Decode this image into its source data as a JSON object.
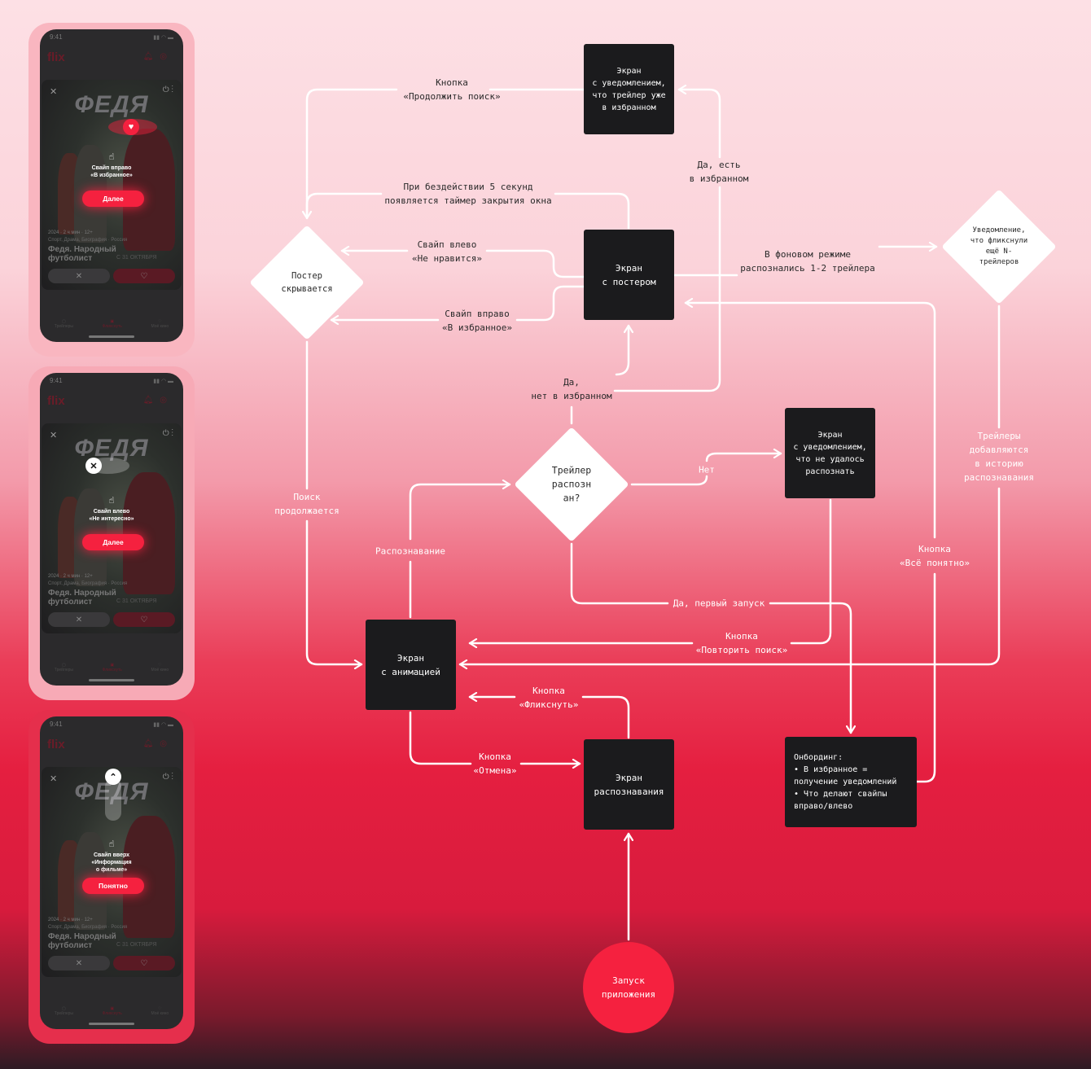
{
  "colors": {
    "accent": "#f5213f",
    "box": "#1b1b1d",
    "line": "#ffffff"
  },
  "phones": [
    {
      "time": "9:41",
      "logo": "flix",
      "film_title": "ФЕДЯ",
      "hint": "Свайп вправо\n«В избранное»",
      "cta": "Далее",
      "gesture": "swipe-right-heart",
      "meta": "2024 · 2 ч мин · 12+",
      "genre": "Спорт, Драма, Биография · Россия",
      "title": "Федя. Народный футболист",
      "date": "С 31 ОКТЯБРЯ",
      "nav": [
        "Трейлеры",
        "Фликснуть",
        "Моё кино"
      ]
    },
    {
      "time": "9:41",
      "logo": "flix",
      "film_title": "ФЕДЯ",
      "hint": "Свайп влево\n«Не интересно»",
      "cta": "Далее",
      "gesture": "swipe-left-close",
      "meta": "2024 · 2 ч мин · 12+",
      "genre": "Спорт, Драма, Биография · Россия",
      "title": "Федя. Народный футболист",
      "date": "С 31 ОКТЯБРЯ",
      "nav": [
        "Трейлеры",
        "Фликснуть",
        "Моё кино"
      ]
    },
    {
      "time": "9:41",
      "logo": "flix",
      "film_title": "ФЕДЯ",
      "hint": "Свайп вверх\n«Информация\nо фильме»",
      "cta": "Понятно",
      "gesture": "swipe-up-chevron",
      "meta": "2024 · 2 ч мин · 12+",
      "genre": "Спорт, Драма, Биография · Россия",
      "title": "Федя. Народный футболист",
      "date": "С 31 ОКТЯБРЯ",
      "nav": [
        "Трейлеры",
        "Фликснуть",
        "Моё кино"
      ]
    }
  ],
  "nodes": {
    "already_fav": "Экран\nс уведомлением,\nчто трейлер уже\nв избранном",
    "poster": "Экран\nс постером",
    "poster_hidden": "Постер\nскрывается",
    "notify_n": "Уведомление,\nчто фликснули\nещё N-\nтрейлеров",
    "recognized": "Трейлер\nраспозн\nан?",
    "not_recognized": "Экран\nс уведомлением,\nчто не удалось\nраспознать",
    "animation": "Экран\nс анимацией",
    "recognition": "Экран\nраспознавания",
    "onboarding": "Онбординг:\n • В избранное =\n   получение уведомлений\n • Что делают свайпы\nвправо/влево",
    "launch": "Запуск\nприложения"
  },
  "labels": {
    "continue_search": "Кнопка\n«Продолжить поиск»",
    "idle": "При бездействии 5 секунд\nпоявляется таймер закрытия окна",
    "swipe_left": "Свайп влево\n«Не нравится»",
    "swipe_right": "Свайп вправо\n«В избранное»",
    "background": "В фоновом режиме\nраспознались 1-2 трейлера",
    "yes_in_fav": "Да, есть\nв избранном",
    "yes_not_fav": "Да,\nнет в избранном",
    "search_continues": "Поиск\nпродолжается",
    "recognition": "Распознавание",
    "no": "Нет",
    "first_launch": "Да, первый запуск",
    "retry": "Кнопка\n«Повторить поиск»",
    "history": "Трейлеры\nдобавляются\nв историю\nраспознавания",
    "got_it": "Кнопка\n«Всё понятно»",
    "flick": "Кнопка\n«Фликснуть»",
    "cancel": "Кнопка\n«Отмена»"
  }
}
